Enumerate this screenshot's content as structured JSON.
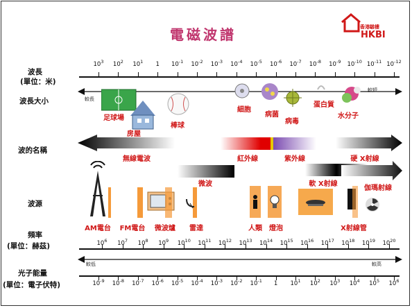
{
  "title": "電磁波譜",
  "logo": {
    "top_text": "香港驗樓",
    "brand": "HKBI"
  },
  "row_labels": {
    "wavelength": "波長",
    "wavelength_unit": "(單位：米)",
    "wavelength_size": "波長大小",
    "wave_name": "波的名稱",
    "wave_source": "波源",
    "frequency": "頻率",
    "frequency_unit": "(單位：赫茲)",
    "photon_energy": "光子能量",
    "photon_energy_unit": "(單位：電子伏特)"
  },
  "wavelength_ticks": [
    {
      "base": "10",
      "exp": "3"
    },
    {
      "base": "10",
      "exp": "2"
    },
    {
      "base": "10",
      "exp": "1"
    },
    {
      "base": "1",
      "exp": ""
    },
    {
      "base": "10",
      "exp": "-1"
    },
    {
      "base": "10",
      "exp": "-2"
    },
    {
      "base": "10",
      "exp": "-3"
    },
    {
      "base": "10",
      "exp": "-4"
    },
    {
      "base": "10",
      "exp": "-5"
    },
    {
      "base": "10",
      "exp": "-6"
    },
    {
      "base": "10",
      "exp": "-7"
    },
    {
      "base": "10",
      "exp": "-8"
    },
    {
      "base": "10",
      "exp": "-9"
    },
    {
      "base": "10",
      "exp": "-10"
    },
    {
      "base": "10",
      "exp": "-11"
    },
    {
      "base": "10",
      "exp": "-12"
    }
  ],
  "frequency_ticks": [
    {
      "base": "10",
      "exp": "6"
    },
    {
      "base": "10",
      "exp": "7"
    },
    {
      "base": "10",
      "exp": "8"
    },
    {
      "base": "10",
      "exp": "9"
    },
    {
      "base": "10",
      "exp": "10"
    },
    {
      "base": "10",
      "exp": "11"
    },
    {
      "base": "10",
      "exp": "12"
    },
    {
      "base": "10",
      "exp": "13"
    },
    {
      "base": "10",
      "exp": "14"
    },
    {
      "base": "10",
      "exp": "15"
    },
    {
      "base": "10",
      "exp": "16"
    },
    {
      "base": "10",
      "exp": "17"
    },
    {
      "base": "10",
      "exp": "18"
    },
    {
      "base": "10",
      "exp": "19"
    },
    {
      "base": "10",
      "exp": "20"
    }
  ],
  "energy_ticks": [
    {
      "base": "10",
      "exp": "-9"
    },
    {
      "base": "10",
      "exp": "-8"
    },
    {
      "base": "10",
      "exp": "-7"
    },
    {
      "base": "10",
      "exp": "-6"
    },
    {
      "base": "10",
      "exp": "-5"
    },
    {
      "base": "10",
      "exp": "-4"
    },
    {
      "base": "10",
      "exp": "-3"
    },
    {
      "base": "10",
      "exp": "-2"
    },
    {
      "base": "10",
      "exp": "-1"
    },
    {
      "base": "1",
      "exp": ""
    },
    {
      "base": "10",
      "exp": "1"
    },
    {
      "base": "10",
      "exp": "2"
    },
    {
      "base": "10",
      "exp": "3"
    },
    {
      "base": "10",
      "exp": "4"
    },
    {
      "base": "10",
      "exp": "5"
    },
    {
      "base": "10",
      "exp": "6"
    }
  ],
  "direction_labels": {
    "size_long": "較長",
    "size_short": "較短",
    "freq_low": "較低",
    "freq_high": "較高"
  },
  "size_objects": {
    "football_field": "足球場",
    "house": "房屋",
    "baseball": "棒球",
    "cell": "細胞",
    "bacteria": "病菌",
    "virus": "病毒",
    "protein": "蛋白質",
    "water_molecule": "水分子"
  },
  "wave_names": {
    "radio": "無線電波",
    "microwave": "微波",
    "infrared": "紅外線",
    "ultraviolet": "紫外線",
    "soft_xray": "軟 X射線",
    "hard_xray": "硬 X射線",
    "gamma": "伽瑪射線"
  },
  "sources": {
    "am_station": "AM電台",
    "fm_station": "FM電台",
    "microwave_oven": "微波爐",
    "radar": "雷達",
    "human": "人類",
    "lamp": "燈泡",
    "xray_tube": "X射線管"
  }
}
